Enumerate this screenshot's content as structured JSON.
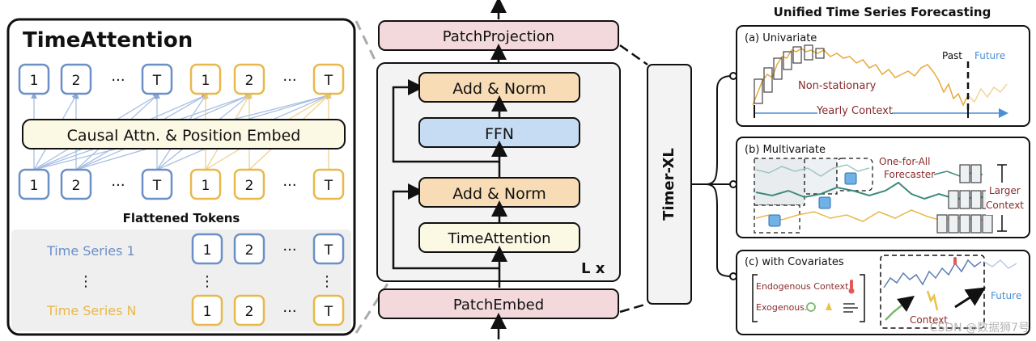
{
  "left": {
    "title": "TimeAttention",
    "token_row_labels": [
      "1",
      "2",
      "···",
      "T"
    ],
    "causal_label": "Causal Attn. & Position Embed",
    "flattened_label": "Flattened Tokens",
    "series_1_label": "Time Series 1",
    "series_n_label": "Time Series N",
    "vdots": "⋮",
    "colors": {
      "blue": "#6b8fc7",
      "yellow": "#e8b84a"
    }
  },
  "middle": {
    "patch_projection": "PatchProjection",
    "add_norm_top": "Add & Norm",
    "ffn": "FFN",
    "add_norm_bottom": "Add & Norm",
    "time_attention": "TimeAttention",
    "repeat_label": "L x",
    "patch_embed": "PatchEmbed",
    "colors": {
      "pink": "#f3d9dc",
      "orange": "#f7dcb6",
      "blue": "#c5dcf3",
      "cream": "#fbf8e4"
    }
  },
  "timer": {
    "label": "Timer-XL"
  },
  "right": {
    "title": "Unified Time Series Forecasting",
    "univariate": {
      "label": "(a) Univariate",
      "past": "Past",
      "future": "Future",
      "non_stationary": "Non-stationary",
      "yearly_context": "Yearly Context"
    },
    "multivariate": {
      "label": "(b) Multivariate",
      "one_for_all_line1": "One-for-All",
      "one_for_all_line2": "Forecaster",
      "larger_line1": "Larger",
      "larger_line2": "Context"
    },
    "covariates": {
      "label": "(c) with Covariates",
      "endogenous": "Endogenous Context",
      "exogenous": "Exogenous.",
      "context": "Context",
      "future": "Future"
    },
    "colors": {
      "dark_red": "#8b2a2a",
      "blue_text": "#4a8fd6",
      "orange_line": "#e8a93a",
      "teal_line": "#3d8a7a"
    }
  },
  "watermark": "CSDN @数据狮7号"
}
